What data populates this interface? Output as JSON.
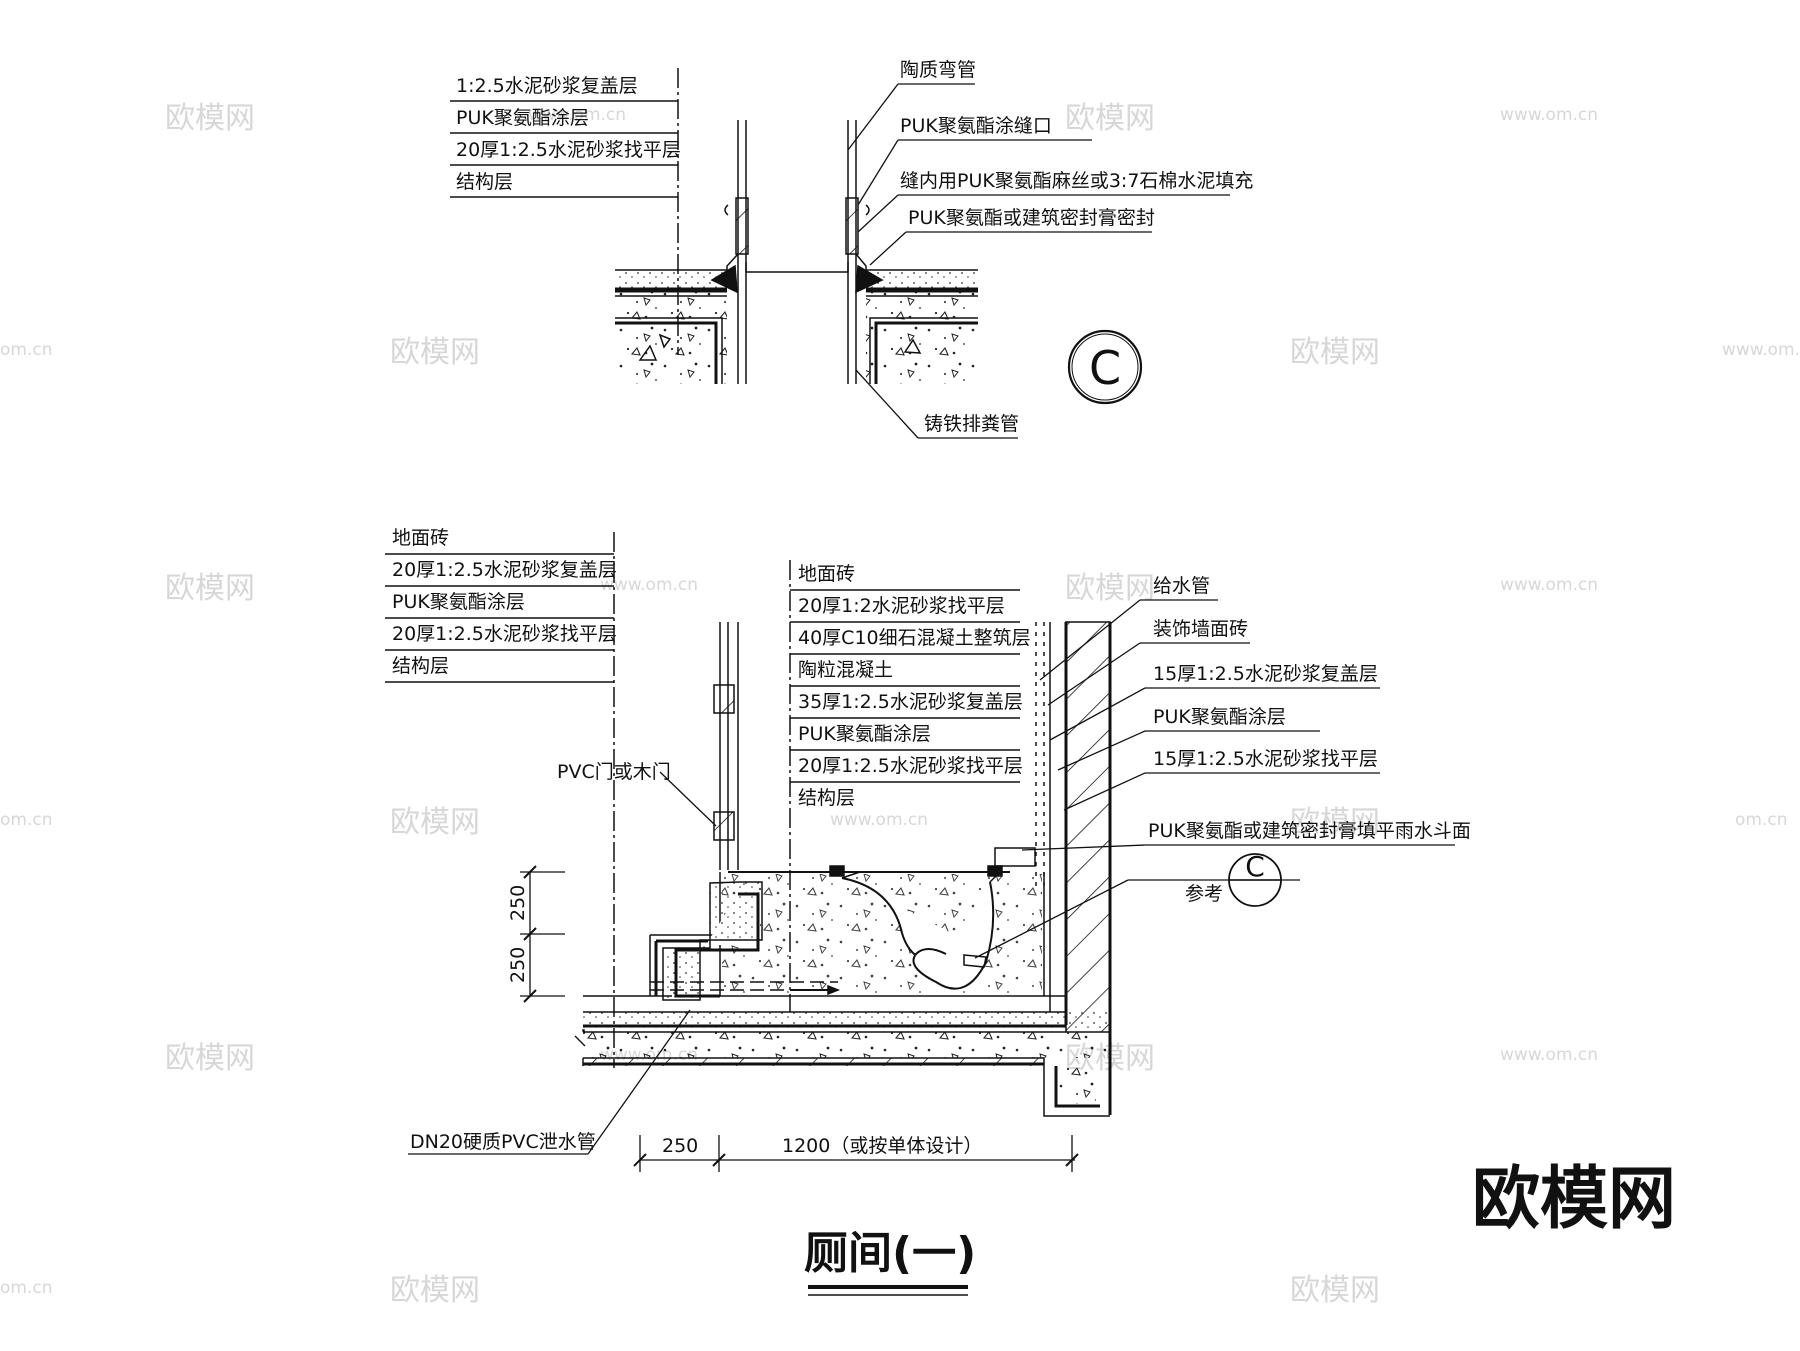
{
  "detail_top": {
    "floor_layers": [
      "1:2.5水泥砂浆复盖层",
      "PUK聚氨酯涂层",
      "20厚1:2.5水泥砂浆找平层",
      "结构层"
    ],
    "callouts": [
      "陶质弯管",
      "PUK聚氨酯涂缝口",
      "缝内用PUK聚氨酯麻丝或3:7石棉水泥填充",
      "PUK聚氨酯或建筑密封膏密封"
    ],
    "bottom_callout": "铸铁排粪管",
    "section_mark": "C"
  },
  "detail_bottom": {
    "left_layers": [
      "地面砖",
      "20厚1:2.5水泥砂浆复盖层",
      "PUK聚氨酯涂层",
      "20厚1:2.5水泥砂浆找平层",
      "结构层"
    ],
    "center_layers": [
      "地面砖",
      "20厚1:2水泥砂浆找平层",
      "40厚C10细石混凝土整筑层",
      "陶粒混凝土",
      "35厚1:2.5水泥砂浆复盖层",
      "PUK聚氨酯涂层",
      "20厚1:2.5水泥砂浆找平层",
      "结构层"
    ],
    "right_callouts": [
      "给水管",
      "装饰墙面砖",
      "15厚1:2.5水泥砂浆复盖层",
      "PUK聚氨酯涂层",
      "15厚1:2.5水泥砂浆找平层",
      "PUK聚氨酯或建筑密封膏填平雨水斗面"
    ],
    "reference_label": "参考",
    "reference_mark": "C",
    "door_label": "PVC门或木门",
    "pipe_label": "DN20硬质PVC泄水管",
    "dim_vertical": [
      "250",
      "250"
    ],
    "dim_horizontal": [
      "250",
      "1200（或按单体设计）"
    ]
  },
  "title": "厕间(一)",
  "watermark": {
    "brand": "欧模网",
    "site": "www.om.cn",
    "tail": "om.cn"
  }
}
